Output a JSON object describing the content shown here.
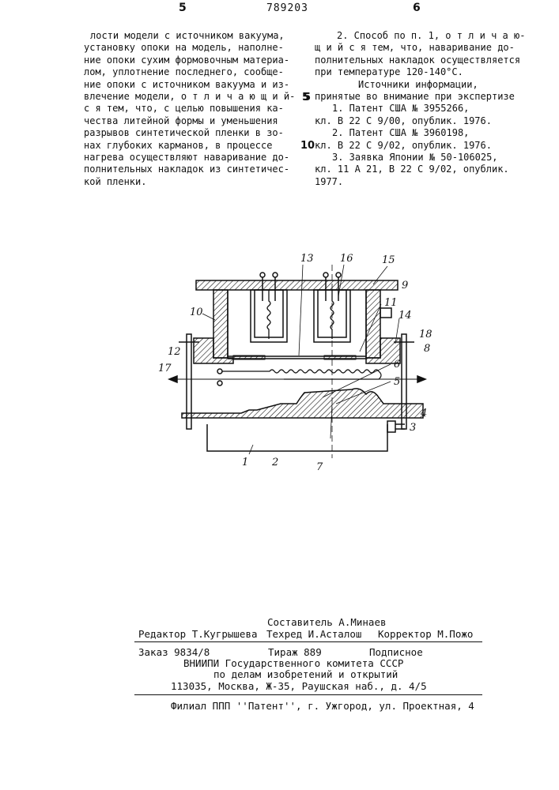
{
  "header": {
    "page_left": "5",
    "patent_number": "789203",
    "page_right": "6"
  },
  "left_column": [
    "лости модели с источником вакуума,",
    "установку опоки на модель, наполне-",
    "ние опоки сухим формовочным материа-",
    "лом, уплотнение последнего, сообще-",
    "ние опоки с источником вакуума и из-",
    "влечение модели, о т л и ч а ю щ и й-",
    "с я  тем, что, с целью повышения ка-",
    "чества литейной формы и уменьшения",
    "разрывов синтетической пленки в зо-",
    "нах глубоких карманов, в процессе",
    "нагрева осуществляют наваривание до-",
    "полнительных накладок из синтетичес-",
    "кой пленки."
  ],
  "right_column": [
    "2. Способ по п. 1, о т л и ч а ю-",
    "щ и й с я  тем, что, наваривание до-",
    "полнительных накладок осуществляется",
    "при температуре 120-140°С.",
    "Источники информации,",
    "принятые во внимание при экспертизе",
    "1. Патент США № 3955266,",
    "кл. В 22 С 9/00, опублик. 1976.",
    "2. Патент США № 3960198,",
    "кл. В 22 С 9/02, опублик. 1976.",
    "3. Заявка Японии № 50-106025,",
    "кл. 11 А 21, В 22 С 9/02, опублик.",
    "1977."
  ],
  "line_markers": [
    "5",
    "5",
    "10"
  ],
  "figure_labels": [
    "13",
    "16",
    "15",
    "9",
    "10",
    "11",
    "14",
    "18",
    "12",
    "8",
    "17",
    "6",
    "5",
    "4",
    "3",
    "1",
    "2",
    "7"
  ],
  "footer": {
    "compiler": "Составитель А.Минаев",
    "editor": "Редактор Т.Кугрышева",
    "techred": "Техред И.Асталош",
    "corrector": "Корректор М.Пожо",
    "order": "Заказ 9834/8",
    "circulation": "Тираж 889",
    "subscription": "Подписное",
    "org_line1": "ВНИИПИ Государственного комитета СССР",
    "org_line2": "по делам изобретений и открытий",
    "org_line3": "113035, Москва, Ж-35, Раушская наб., д. 4/5",
    "branch": "Филиал ППП ''Патент'', г. Ужгород, ул. Проектная, 4"
  }
}
